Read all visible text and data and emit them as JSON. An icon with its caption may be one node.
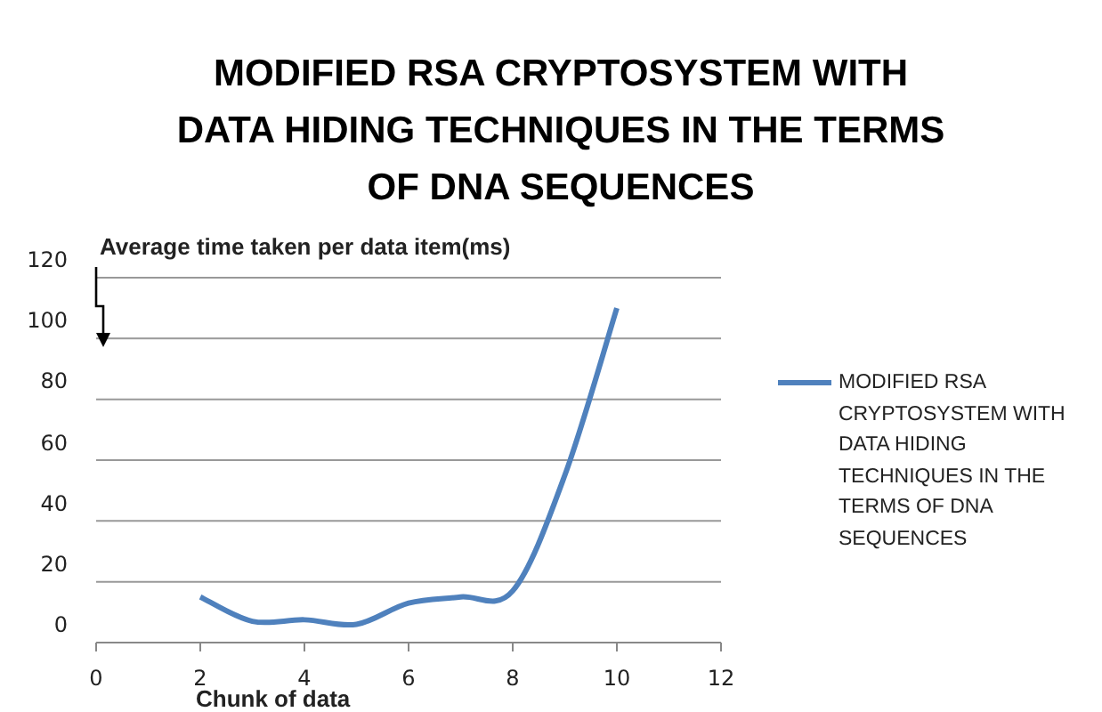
{
  "diagram": {
    "title": "MODIFIED RSA CRYPTOSYSTEM WITH DATA HIDING TECHNIQUES IN THE TERMS OF DNA SEQUENCES",
    "chart_data": {
      "type": "line",
      "xlabel": "Chunk of data",
      "ylabel": "Average time taken per data item(ms)",
      "x": [
        2,
        3,
        4,
        5,
        6,
        7,
        8,
        9,
        10
      ],
      "series": [
        {
          "name": "MODIFIED RSA CRYPTOSYSTEM WITH DATA HIDING TECHNIQUES IN THE TERMS OF DNA SEQUENCES",
          "color": "#4f81bd",
          "values": [
            15,
            7,
            7.5,
            6,
            13,
            15,
            17,
            55,
            110
          ]
        }
      ],
      "xlim": [
        0,
        12
      ],
      "ylim": [
        0,
        120
      ],
      "xticks": [
        0,
        2,
        4,
        6,
        8,
        10,
        12
      ],
      "yticks": [
        0,
        20,
        40,
        60,
        80,
        100,
        120
      ],
      "grid": true
    }
  }
}
